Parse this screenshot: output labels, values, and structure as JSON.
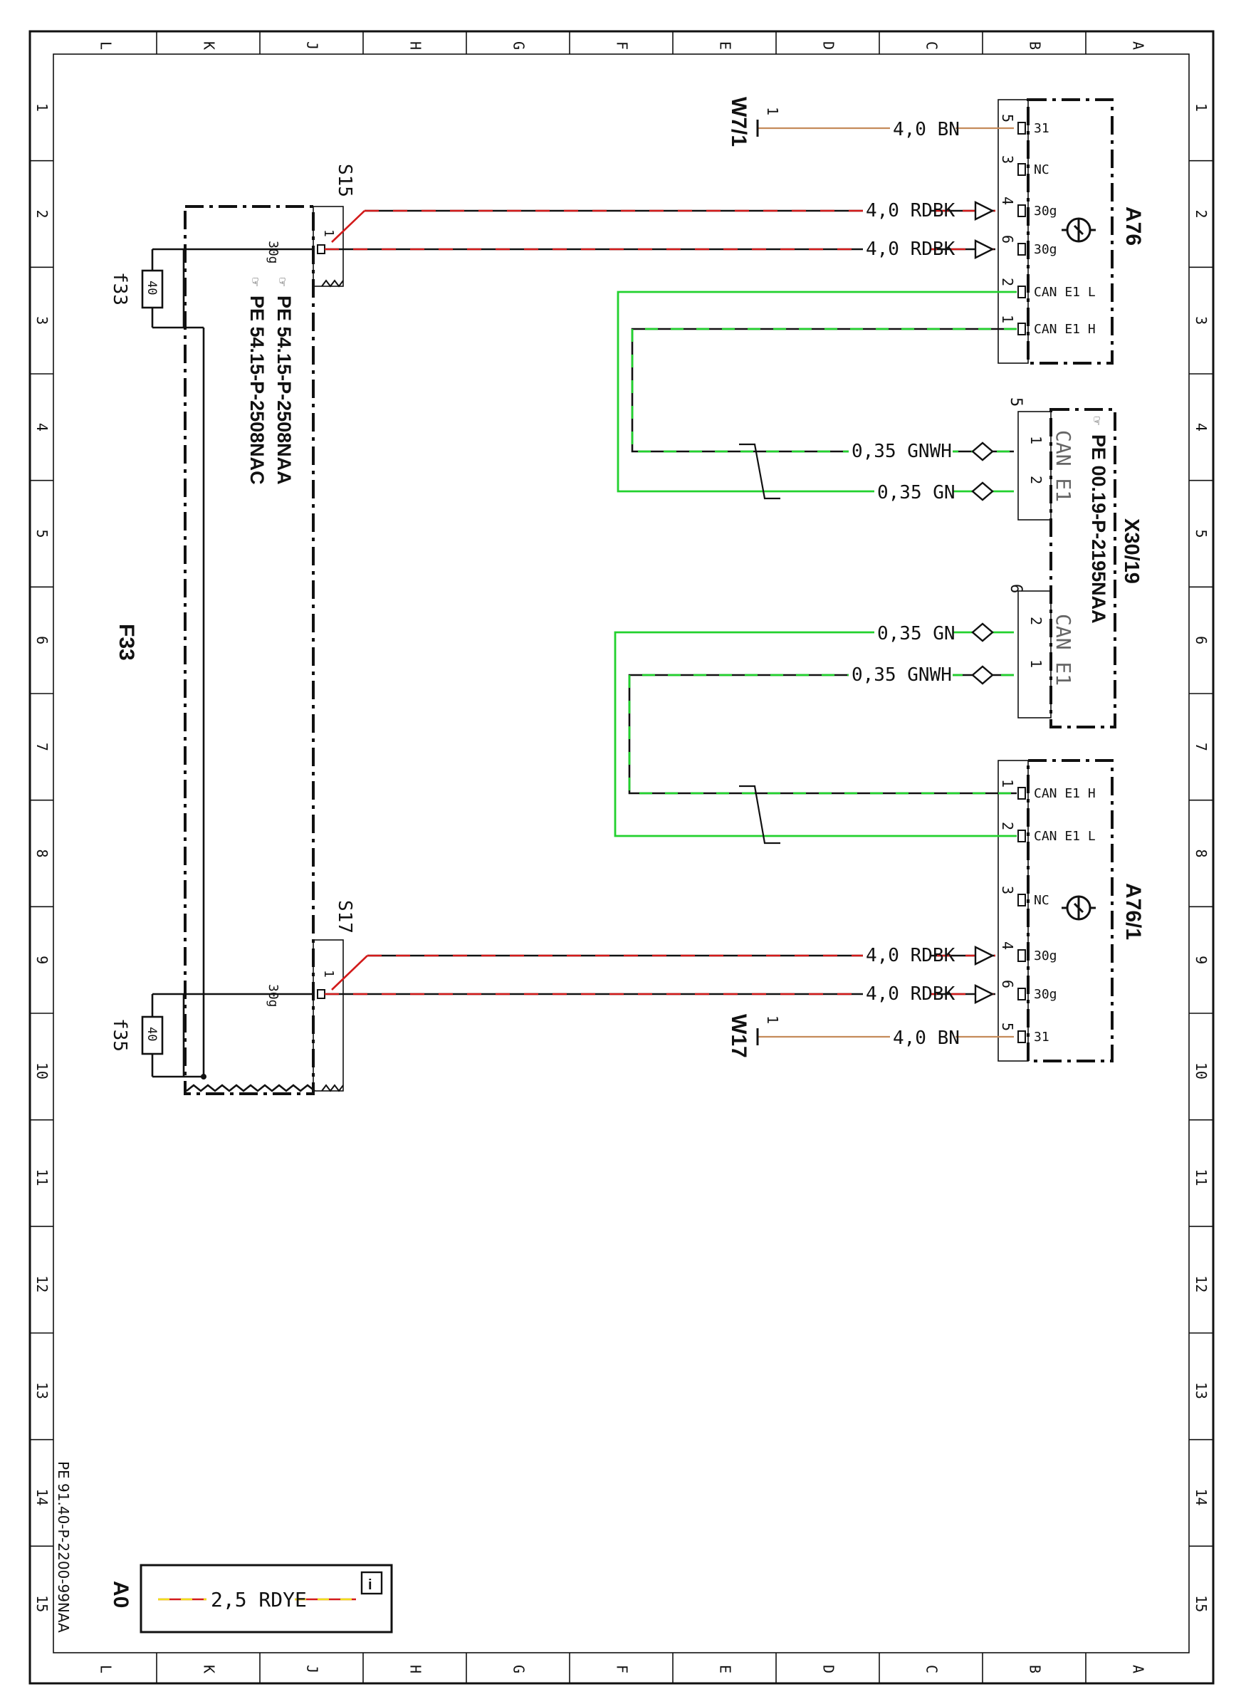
{
  "grid": {
    "cols": [
      "L",
      "K",
      "J",
      "H",
      "G",
      "F",
      "E",
      "D",
      "C",
      "B",
      "A"
    ],
    "rows": [
      "1",
      "2",
      "3",
      "4",
      "5",
      "6",
      "7",
      "8",
      "9",
      "10",
      "11",
      "12",
      "13",
      "14",
      "15"
    ]
  },
  "doc_ref": "PE 91.40-P-2200-99NAA",
  "sheet": "A0",
  "legend_wire": "2,5 RDYE",
  "info_icon": "i",
  "components": {
    "a76": "A76",
    "a76_1": "A76/1",
    "x30_19": "X30/19",
    "x30_19_ref": "PE 00.19-P-2195NAA",
    "f33": "F33",
    "f33_ref1": "PE 54.15-P-2508NAA",
    "f33_ref2": "PE 54.15-P-2508NAC",
    "w7_1": "W7/1",
    "w17": "W17",
    "s15": "S15",
    "s17": "S17",
    "f33_fuse": "f33",
    "f35_fuse": "f35",
    "fuse_rating": "40"
  },
  "pins": {
    "a76": [
      {
        "num": "5",
        "name": "31"
      },
      {
        "num": "3",
        "name": "NC"
      },
      {
        "num": "4",
        "name": "30g"
      },
      {
        "num": "6",
        "name": "30g"
      },
      {
        "num": "2",
        "name": "CAN E1 L"
      },
      {
        "num": "1",
        "name": "CAN E1 H"
      }
    ],
    "a76_1": [
      {
        "num": "1",
        "name": "CAN E1 H"
      },
      {
        "num": "2",
        "name": "CAN E1 L"
      },
      {
        "num": "3",
        "name": "NC"
      },
      {
        "num": "4",
        "name": "30g"
      },
      {
        "num": "6",
        "name": "30g"
      },
      {
        "num": "5",
        "name": "31"
      }
    ],
    "x30_top": {
      "block": "5",
      "pin1": "1",
      "pin2": "2",
      "label": "CAN E1"
    },
    "x30_bot": {
      "block": "6",
      "pin1": "2",
      "pin2": "1",
      "label": "CAN E1"
    },
    "fuse_pin": "30g",
    "ground_pin": "1",
    "switch_pin": "1"
  },
  "wires": {
    "bn": "4,0 BN",
    "rdbk": "4,0 RDBK",
    "gnwh": "0,35 GNWH",
    "gn": "0,35 GN"
  },
  "colors": {
    "brown": "#c58b5a",
    "red": "#d21a1a",
    "green": "#22d12e",
    "yellow": "#f0df17",
    "black": "#111111"
  }
}
